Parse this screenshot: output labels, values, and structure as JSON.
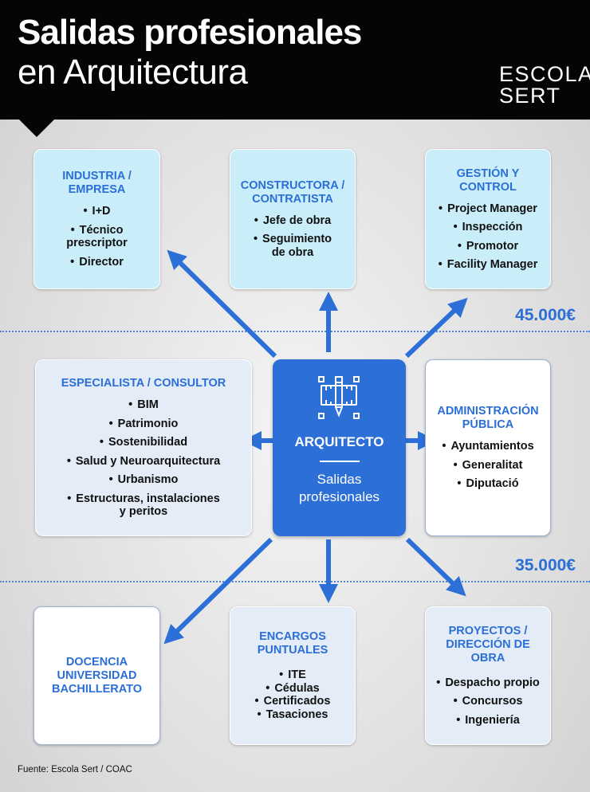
{
  "header": {
    "title_line1": "Salidas profesionales",
    "title_line2": "en Arquitectura",
    "logo_line1": "ESCOLA",
    "logo_line2": "SERT"
  },
  "center": {
    "title": "ARQUITECTO",
    "subtitle_line1": "Salidas",
    "subtitle_line2": "profesionales",
    "icon": "architect-tools-icon"
  },
  "salary_levels": {
    "upper": "45.000€",
    "lower": "35.000€"
  },
  "cards": {
    "industria": {
      "title_line1": "INDUSTRIA /",
      "title_line2": "EMPRESA",
      "items": [
        "I+D",
        "Técnico prescriptor",
        "Director"
      ]
    },
    "constructora": {
      "title_line1": "CONSTRUCTORA /",
      "title_line2": "CONTRATISTA",
      "items": [
        "Jefe de obra",
        "Seguimiento de obra"
      ]
    },
    "gestion": {
      "title_line1": "GESTIÓN Y",
      "title_line2": "CONTROL",
      "items": [
        "Project Manager",
        "Inspección",
        "Promotor",
        "Facility Manager"
      ]
    },
    "especialista": {
      "title": "ESPECIALISTA / CONSULTOR",
      "items": [
        "BIM",
        "Patrimonio",
        "Sostenibilidad",
        "Salud y Neuroarquitectura",
        "Urbanismo",
        "Estructuras, instalaciones y peritos"
      ]
    },
    "administracion": {
      "title_line1": "ADMINISTRACIÓN",
      "title_line2": "PÚBLICA",
      "items": [
        "Ayuntamientos",
        "Generalitat",
        "Diputació"
      ]
    },
    "docencia": {
      "title_line1": "DOCENCIA",
      "title_line2": "UNIVERSIDAD",
      "title_line3": "BACHILLERATO"
    },
    "encargos": {
      "title_line1": "ENCARGOS",
      "title_line2": "PUNTUALES",
      "items": [
        "ITE",
        "Cédulas",
        "Certificados",
        "Tasaciones"
      ]
    },
    "proyectos": {
      "title_line1": "PROYECTOS /",
      "title_line2": "DIRECCIÓN DE",
      "title_line3": "OBRA",
      "items": [
        "Despacho propio",
        "Concursos",
        "Ingeniería"
      ]
    }
  },
  "source": "Fuente: Escola Sert / COAC",
  "colors": {
    "accent": "#2c6fd7",
    "title_blue": "#2b6fd6",
    "card_cyan": "#c9eefa",
    "card_pale": "#e4ecf8",
    "header_black": "#050505"
  }
}
